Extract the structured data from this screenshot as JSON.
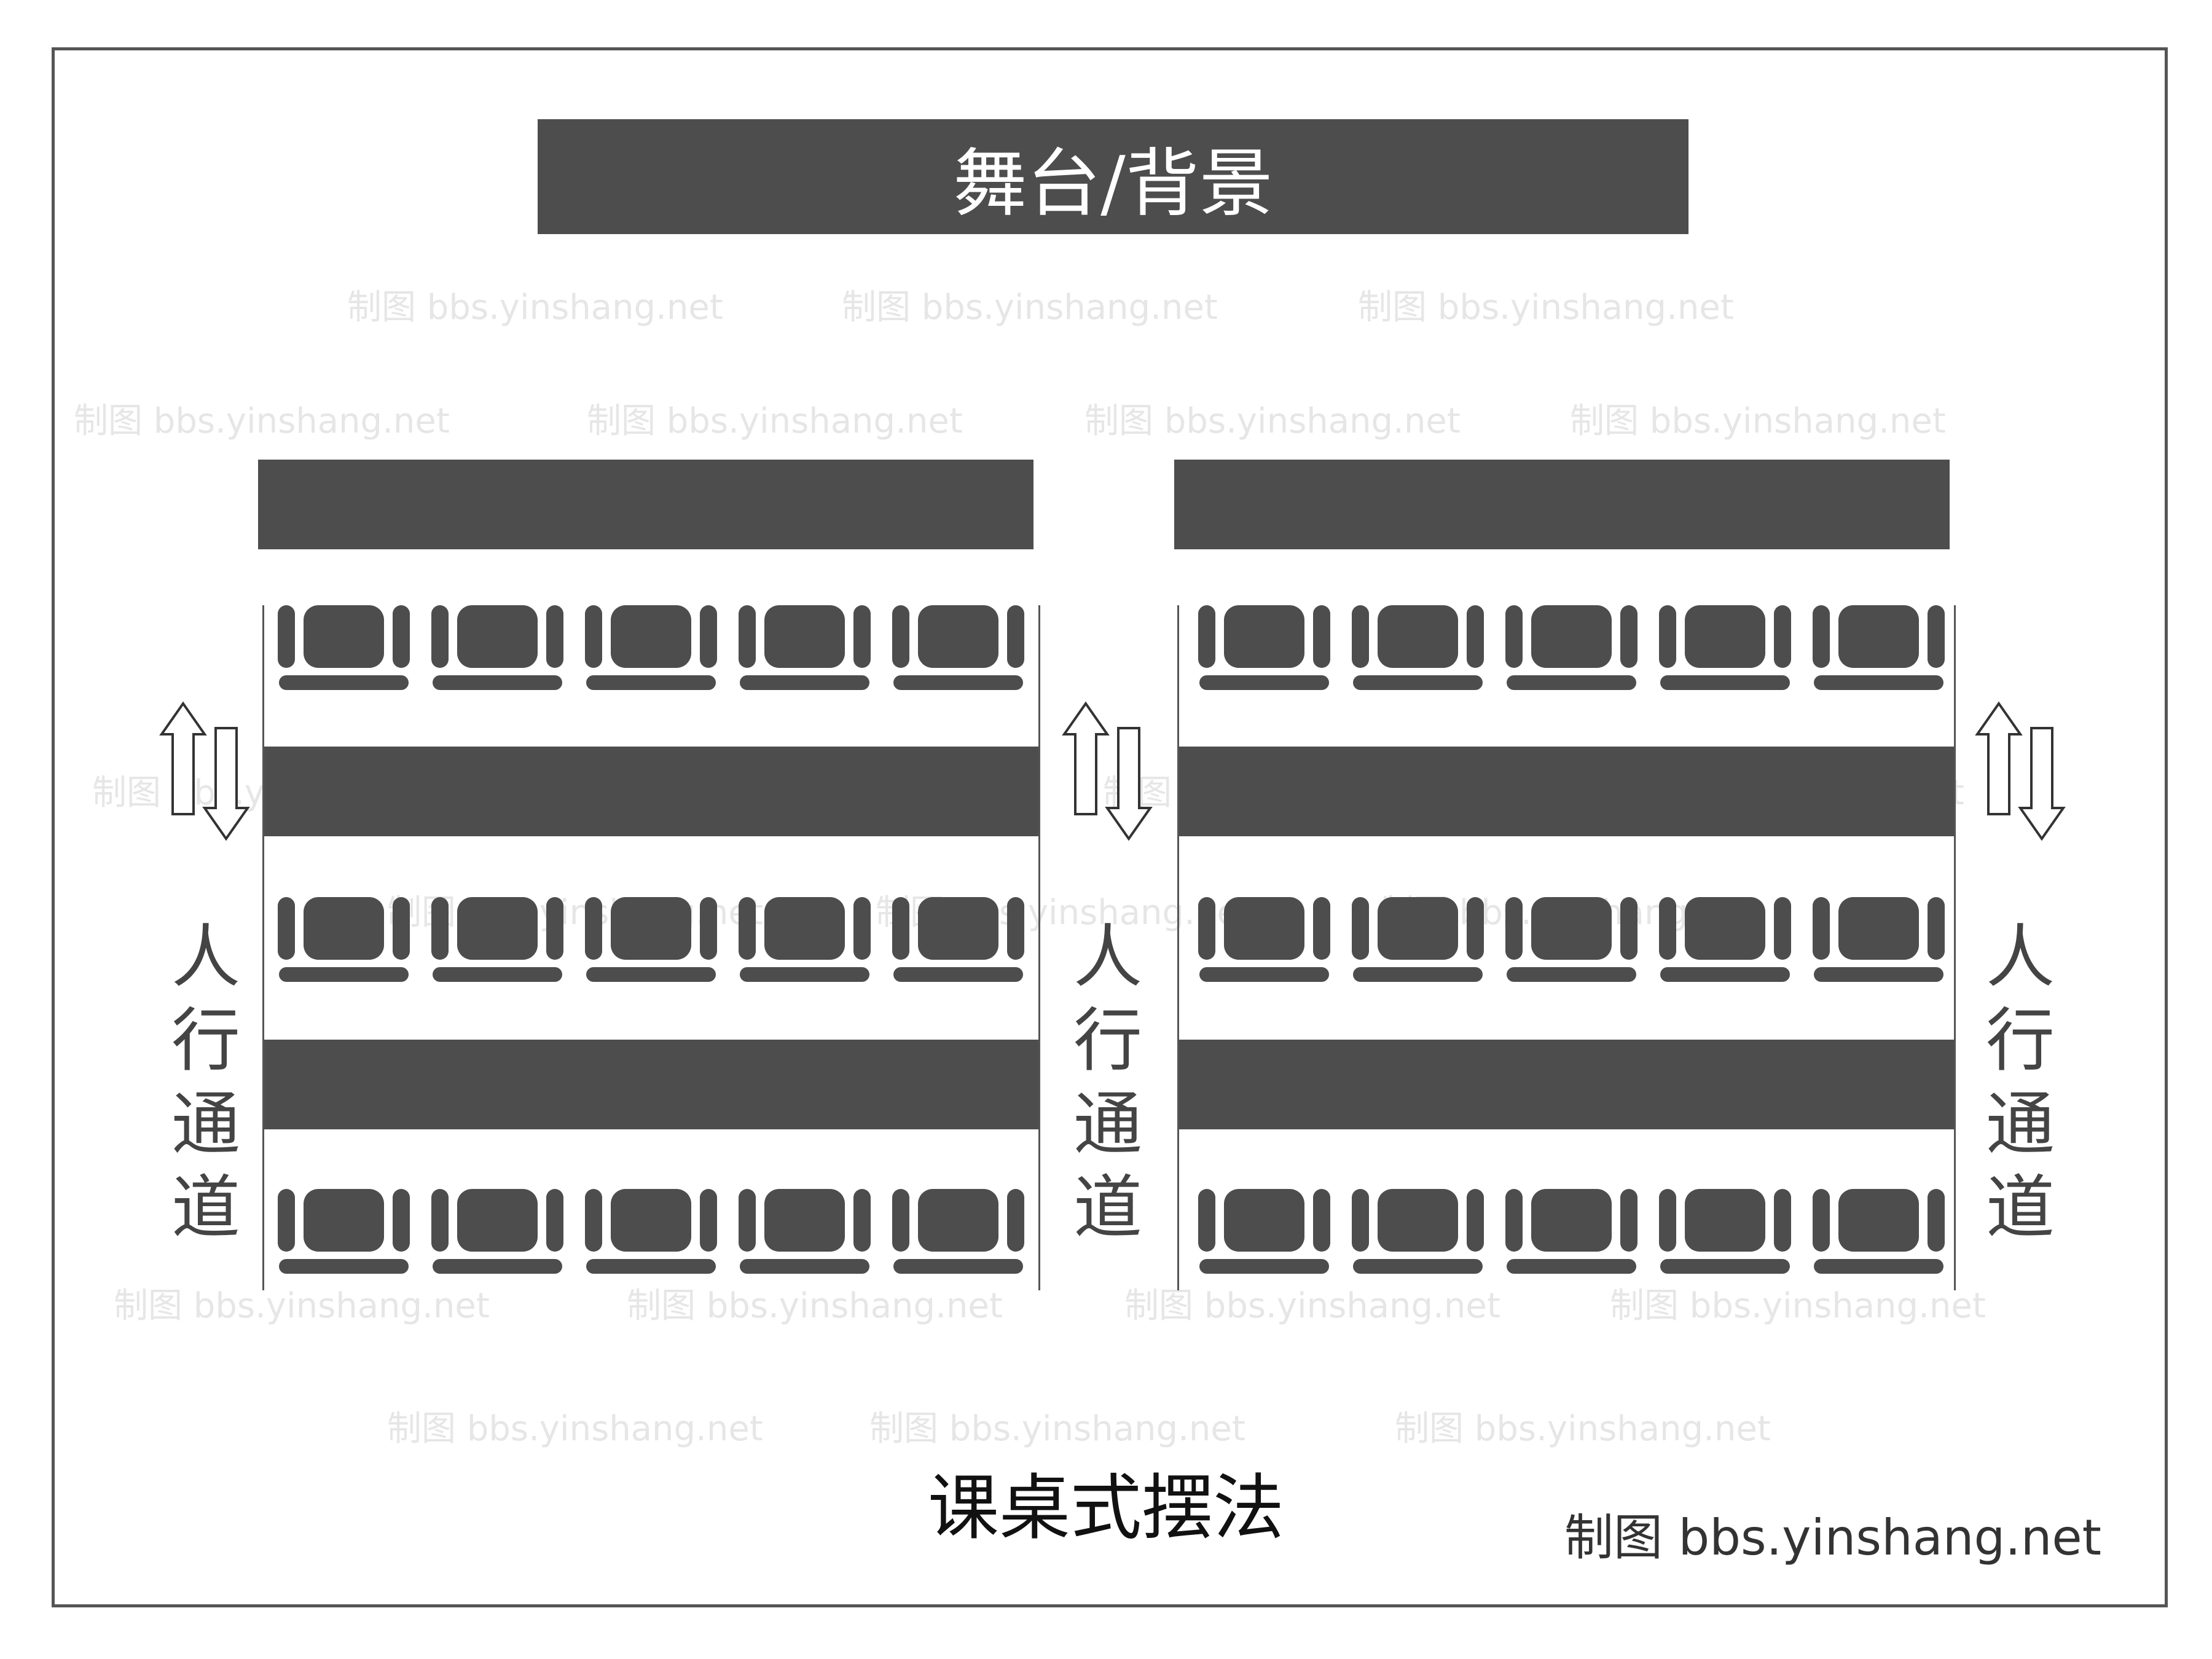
{
  "stage": {
    "label": "舞台/背景"
  },
  "title": "课桌式摆法",
  "credit": "制图 bbs.yinshang.net",
  "aisle_label_chars": [
    "人",
    "行",
    "通",
    "道"
  ],
  "watermark_text": "制图 bbs.yinshang.net",
  "colors": {
    "fill": "#4d4d4d",
    "frame": "#555555",
    "watermark": "#e6e6e6"
  }
}
